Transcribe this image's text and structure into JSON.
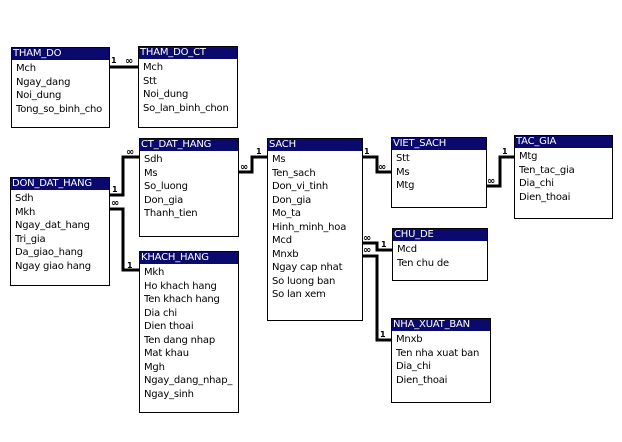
{
  "diagram": {
    "tables": {
      "tham_do": {
        "name": "THAM_DO",
        "fields": [
          "Mch",
          "Ngay_dang",
          "Noi_dung",
          "Tong_so_binh_cho"
        ]
      },
      "tham_do_ct": {
        "name": "THAM_DO_CT",
        "fields": [
          "Mch",
          "Stt",
          "Noi_dung",
          "So_lan_binh_chon"
        ]
      },
      "ct_dat_hang": {
        "name": "CT_DAT_HANG",
        "fields": [
          "Sdh",
          "Ms",
          "So_luong",
          "Don_gia",
          "Thanh_tien"
        ]
      },
      "don_dat_hang": {
        "name": "DON_DAT_HANG",
        "fields": [
          "Sdh",
          "Mkh",
          "Ngay_dat_hang",
          "Tri_gia",
          "Da_giao_hang",
          "Ngay giao hang"
        ]
      },
      "khach_hang": {
        "name": "KHACH_HANG",
        "fields": [
          "Mkh",
          "Ho khach hang",
          "Ten khach hang",
          "Dia chi",
          "Dien thoai",
          "Ten dang nhap",
          "Mat khau",
          "Mgh",
          "Ngay_dang_nhap_",
          "Ngay_sinh"
        ]
      },
      "sach": {
        "name": "SACH",
        "fields": [
          "Ms",
          "Ten_sach",
          "Don_vi_tinh",
          "Don_gia",
          "Mo_ta",
          "Hinh_minh_hoa",
          "Mcd",
          "Mnxb",
          "Ngay cap nhat",
          "So luong ban",
          "So lan xem"
        ]
      },
      "viet_sach": {
        "name": "VIET_SACH",
        "fields": [
          "Stt",
          "Ms",
          "Mtg"
        ]
      },
      "tac_gia": {
        "name": "TAC_GIA",
        "fields": [
          "Mtg",
          "Ten_tac_gia",
          "Dia_chi",
          "Dien_thoai"
        ]
      },
      "chu_de": {
        "name": "CHU_DE",
        "fields": [
          "Mcd",
          "Ten chu de"
        ]
      },
      "nha_xuat_ban": {
        "name": "NHA_XUAT_BAN",
        "fields": [
          "Mnxb",
          "Ten nha xuat ban",
          "Dia_chi",
          "Dien_thoai"
        ]
      }
    },
    "relationships": [
      {
        "from": "THAM_DO",
        "to": "THAM_DO_CT",
        "one_side": "THAM_DO",
        "many_side": "THAM_DO_CT"
      },
      {
        "from": "DON_DAT_HANG",
        "to": "CT_DAT_HANG",
        "one_side": "DON_DAT_HANG",
        "many_side": "CT_DAT_HANG"
      },
      {
        "from": "KHACH_HANG",
        "to": "DON_DAT_HANG",
        "one_side": "KHACH_HANG",
        "many_side": "DON_DAT_HANG"
      },
      {
        "from": "SACH",
        "to": "CT_DAT_HANG",
        "one_side": "SACH",
        "many_side": "CT_DAT_HANG"
      },
      {
        "from": "SACH",
        "to": "VIET_SACH",
        "one_side": "SACH",
        "many_side": "VIET_SACH"
      },
      {
        "from": "TAC_GIA",
        "to": "VIET_SACH",
        "one_side": "TAC_GIA",
        "many_side": "VIET_SACH"
      },
      {
        "from": "CHU_DE",
        "to": "SACH",
        "one_side": "CHU_DE",
        "many_side": "SACH"
      },
      {
        "from": "NHA_XUAT_BAN",
        "to": "SACH",
        "one_side": "NHA_XUAT_BAN",
        "many_side": "SACH"
      }
    ],
    "cardinality": {
      "one": "1",
      "many": "∞"
    }
  }
}
